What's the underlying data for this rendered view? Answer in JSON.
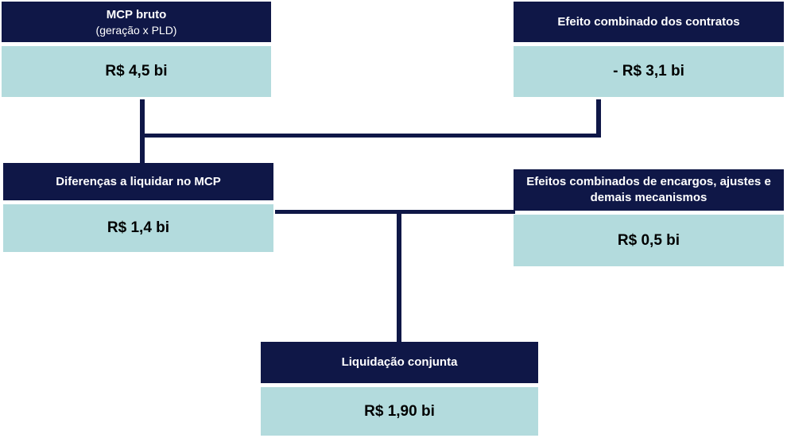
{
  "colors": {
    "header_bg": "#0f1747",
    "value_bg": "#b3dbdd",
    "connector": "#0f1747"
  },
  "boxes": {
    "mcp_bruto": {
      "title": "MCP bruto",
      "subtitle": "(geração x PLD)",
      "value": "R$ 4,5 bi"
    },
    "efeito_contratos": {
      "title": "Efeito combinado dos contratos",
      "value": "- R$ 3,1 bi"
    },
    "diferencas": {
      "title": "Diferenças a liquidar no MCP",
      "value": "R$ 1,4 bi"
    },
    "efeitos_encargos": {
      "title_line1": "Efeitos combinados de encargos, ajustes e",
      "title_line2": "demais mecanismos",
      "value": "R$ 0,5 bi"
    },
    "liquidacao": {
      "title": "Liquidação conjunta",
      "value": "R$ 1,90 bi"
    }
  }
}
